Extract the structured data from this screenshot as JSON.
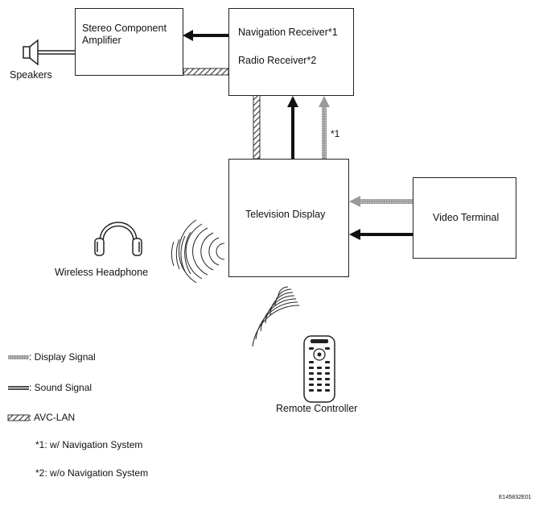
{
  "blocks": {
    "amplifier": "Stereo Component Amplifier",
    "navigation_receiver": "Navigation Receiver*1",
    "radio_receiver": "Radio Receiver*2",
    "television_display": "Television Display",
    "video_terminal": "Video Terminal"
  },
  "peripherals": {
    "speakers": "Speakers",
    "wireless_headphone": "Wireless Headphone",
    "remote_controller": "Remote Controller"
  },
  "wire_note": "*1",
  "legend": {
    "display_signal": ": Display Signal",
    "sound_signal": ": Sound Signal",
    "avc_lan": ": AVC-LAN",
    "note1": "*1: w/ Navigation System",
    "note2": "*2: w/o Navigation System"
  },
  "figure_code": "E145832E01",
  "colors": {
    "line": "#222222",
    "display_signal": "#9a9a9a",
    "sound_signal": "#111111",
    "avc_lan": "#333333"
  }
}
